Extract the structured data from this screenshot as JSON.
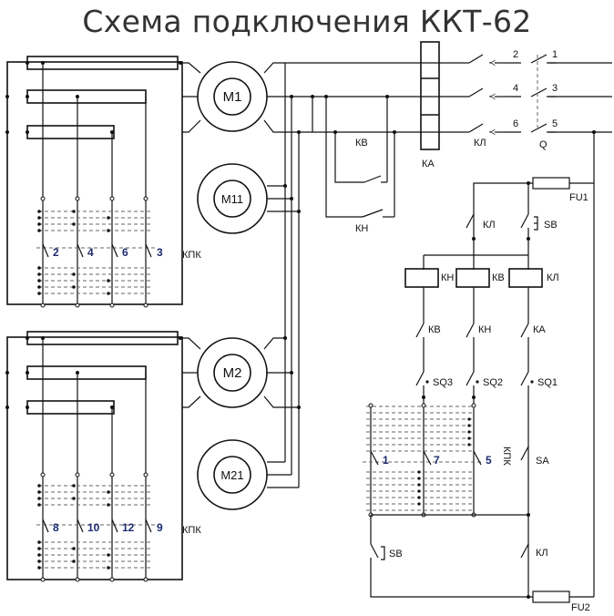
{
  "title": "Схема подключения ККТ-62",
  "motors": {
    "m1": "M1",
    "m11": "M11",
    "m2": "M2",
    "m21": "M21"
  },
  "terminals": {
    "t2": "2",
    "t1": "1",
    "t4": "4",
    "t3": "3",
    "t6": "6",
    "t5": "5"
  },
  "labels": {
    "kv": "КВ",
    "kl": "КЛ",
    "q": "Q",
    "ka": "КА",
    "kn": "КН",
    "fu1": "FU1",
    "fu2": "FU2",
    "sb": "SB",
    "sq1": "SQ1",
    "sq2": "SQ2",
    "sq3": "SQ3",
    "sa": "SA",
    "kpk": "КПК"
  },
  "contact_numbers": {
    "top": [
      "2",
      "4",
      "6",
      "3"
    ],
    "bottom": [
      "8",
      "10",
      "12",
      "9"
    ],
    "control": [
      "1",
      "7",
      "5"
    ]
  }
}
